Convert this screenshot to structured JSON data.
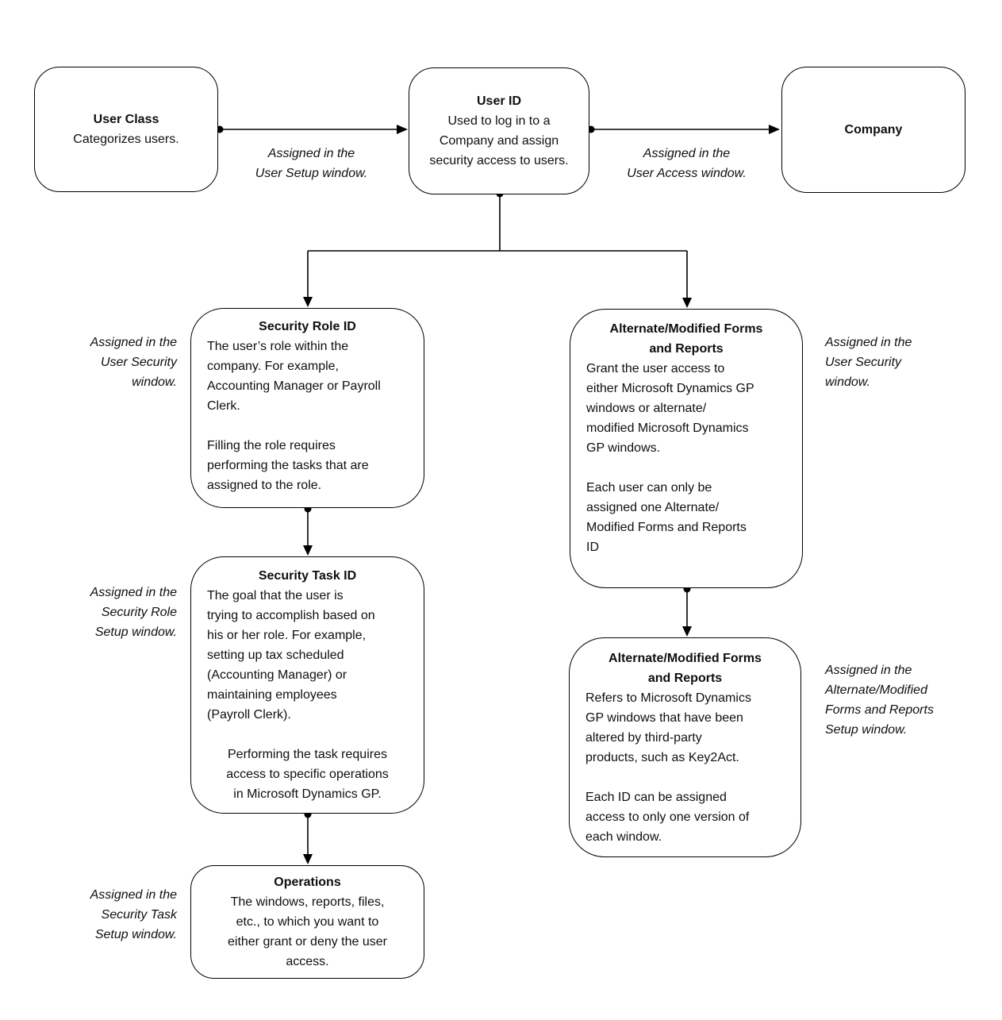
{
  "nodes": {
    "user_class": {
      "title": "User Class",
      "body": "Categorizes users."
    },
    "user_id": {
      "title": "User ID",
      "body": "Used to log in to a\nCompany and assign\nsecurity access to users."
    },
    "company": {
      "title": "Company"
    },
    "security_role_id": {
      "title": "Security Role ID",
      "body": "The user’s role within the\ncompany. For example,\nAccounting Manager or Payroll\nClerk.\n\nFilling the role requires\nperforming the tasks that are\nassigned to the role."
    },
    "security_task_id": {
      "title": "Security Task ID",
      "body": "The goal that the user is\ntrying to accomplish based on\nhis or her role. For example,\nsetting up tax scheduled\n(Accounting Manager) or\nmaintaining employees\n(Payroll Clerk).",
      "body2": "Performing the task requires\naccess to specific operations\nin Microsoft Dynamics GP."
    },
    "operations": {
      "title": "Operations",
      "body": "The windows, reports, files,\netc., to which you want to\neither grant or deny the user\naccess."
    },
    "alt_mod_forms_reports_1": {
      "title": "Alternate/Modified Forms\nand Reports",
      "body": "Grant the user access to\neither Microsoft Dynamics GP\nwindows or alternate/\nmodified Microsoft Dynamics\nGP windows.\n\nEach user can only be\nassigned one Alternate/\nModified Forms and Reports\nID"
    },
    "alt_mod_forms_reports_2": {
      "title": "Alternate/Modified Forms\nand Reports",
      "body": "Refers to Microsoft Dynamics\nGP windows that have been\naltered by third-party\nproducts, such as Key2Act.\n\nEach ID can be assigned\naccess to only one version of\neach window."
    }
  },
  "edge_labels": {
    "user_setup": "Assigned in the\nUser Setup window.",
    "user_access": "Assigned in the\nUser Access window.",
    "user_security_left": "Assigned in the\nUser Security\nwindow.",
    "security_role_setup": "Assigned in the\nSecurity Role\nSetup window.",
    "security_task_setup": "Assigned in the\nSecurity Task\nSetup window.",
    "user_security_right": "Assigned in the\nUser Security\nwindow.",
    "alt_mod_setup": "Assigned in the\nAlternate/Modified\nForms and Reports\nSetup window."
  },
  "colors": {
    "line": "#000000",
    "text": "#0f0f0f",
    "background": "#ffffff"
  }
}
